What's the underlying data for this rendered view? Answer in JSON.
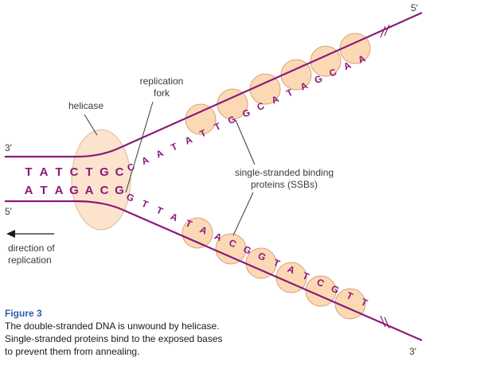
{
  "labels": {
    "strand_end_top_right": "5′",
    "strand_end_bottom_right": "3′",
    "strand_end_top_left": "3′",
    "strand_end_bottom_left": "5′",
    "replication_fork": [
      "replication",
      "fork"
    ],
    "helicase": "helicase",
    "ssb": [
      "single-stranded binding",
      "proteins (SSBs)"
    ],
    "direction": [
      "direction of",
      "replication"
    ]
  },
  "sequences": {
    "paired_top": "TATCTGC",
    "paired_bottom": "ATAGACG",
    "upper_branch": "CAATATTGGCATAGCAA",
    "lower_branch": "GTTATAACGGTATCGTT"
  },
  "caption": {
    "title": "Figure 3",
    "lines": [
      "The double-stranded DNA is unwound by helicase.",
      "Single-stranded proteins bind to the exposed bases",
      "to prevent them from annealing."
    ]
  },
  "colors": {
    "strand": "#8a1a7a",
    "protein_fill": "#fbd9b4",
    "protein_stroke": "#d9a077",
    "helicase_fill": "#fbe3cd",
    "caption_title": "#2e5fa8"
  }
}
